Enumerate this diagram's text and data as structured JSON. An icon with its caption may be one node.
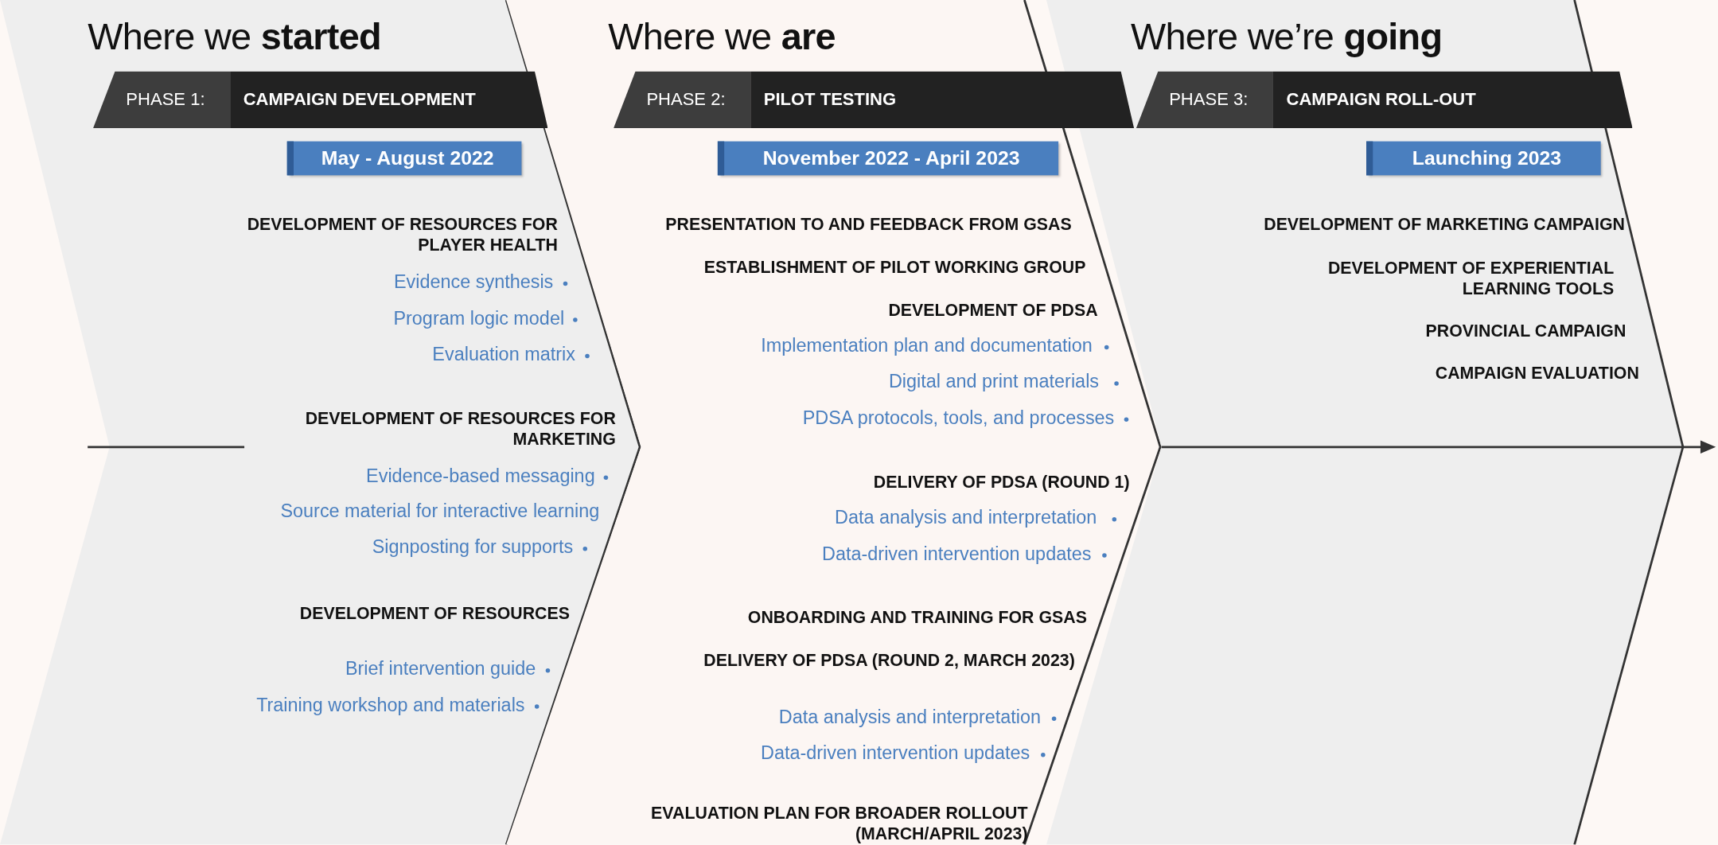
{
  "diagram": {
    "nodes": [
      {
        "text": [
          "Where we **started**"
        ]
      },
      {
        "text": [
          "PHASE 1:",
          "CAMPAIGN DEVELOPMENT"
        ],
        "in": 0
      },
      {
        "text": [
          "May - August 2022"
        ],
        "in": 0
      },
      {
        "text": [
          "Where we **are**"
        ]
      },
      {
        "text": [
          "PHASE 2:",
          "PILOT TESTING"
        ],
        "in": 3
      },
      {
        "text": [
          "November 2022 - April 2023"
        ],
        "in": 3
      },
      {
        "text": [
          "Where we’re **going**"
        ]
      },
      {
        "text": [
          "PHASE 3:",
          "CAMPAIGN ROLL-OUT"
        ],
        "in": 6
      },
      {
        "text": [
          "Launching 2023"
        ],
        "in": 6
      }
    ],
    "labels": [
      "DEVELOPMENT OF RESOURCES FOR PLAYER HEALTH",
      "Evidence synthesis",
      "Program logic model",
      "Evaluation matrix",
      "DEVELOPMENT OF RESOURCES FOR MARKETING",
      "Evidence-based messaging",
      "Source material for interactive learning",
      "Signposting for supports",
      "DEVELOPMENT OF RESOURCES",
      "Brief intervention guide",
      "Training workshop and materials",
      "PRESENTATION TO AND FEEDBACK FROM GSAS",
      "ESTABLISHMENT OF PILOT WORKING GROUP",
      "DEVELOPMENT OF PDSA",
      "Implementation plan and documentation",
      "Digital and print materials",
      "PDSA protocols, tools, and processes",
      "DELIVERY OF PDSA (ROUND 1)",
      "Data analysis and interpretation",
      "Data-driven intervention updates",
      "ONBOARDING AND TRAINING FOR GSAS",
      "DELIVERY OF PDSA (ROUND 2, MARCH 2023)",
      "Data analysis and interpretation",
      "Data-driven intervention updates",
      "EVALUATION PLAN FOR BROADER ROLLOUT (MARCH/APRIL 2023)",
      "DEVELOPMENT OF MARKETING CAMPAIGN",
      "DEVELOPMENT OF EXPERIENTIAL LEARNING TOOLS",
      "PROVINCIAL CAMPAIGN",
      "CAMPAIGN EVALUATION"
    ]
  }
}
